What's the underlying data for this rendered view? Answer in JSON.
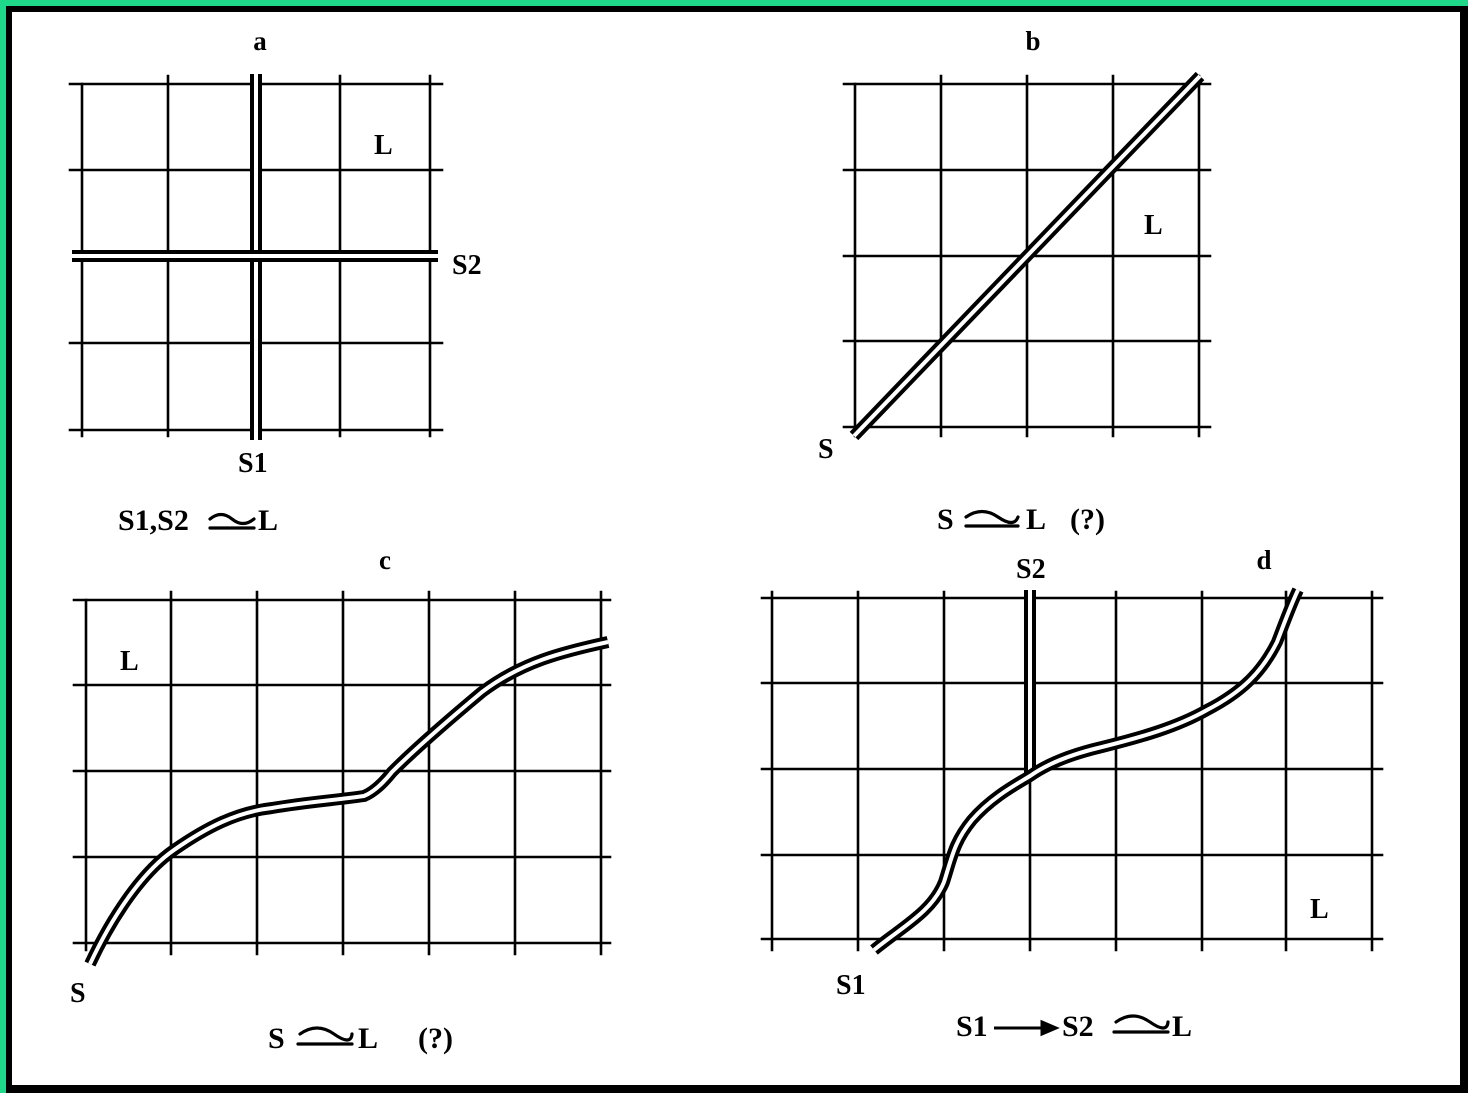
{
  "colors": {
    "frame": "#1ed98a",
    "background": "#ffffff",
    "ink": "#000000"
  },
  "panels": {
    "a": {
      "letter": "a",
      "region": "L",
      "road1": "S1",
      "road2": "S2",
      "caption_left": "S1,S2",
      "caption_right": "L"
    },
    "b": {
      "letter": "b",
      "region": "L",
      "road": "S",
      "caption_left": "S",
      "caption_right": "L",
      "caption_note": "(?)"
    },
    "c": {
      "letter": "c",
      "region": "L",
      "road": "S",
      "caption_left": "S",
      "caption_right": "L",
      "caption_note": "(?)"
    },
    "d": {
      "letter": "d",
      "region": "L",
      "road1": "S1",
      "road2": "S2",
      "caption_left": "S1",
      "caption_mid": "S2",
      "caption_right": "L"
    }
  }
}
